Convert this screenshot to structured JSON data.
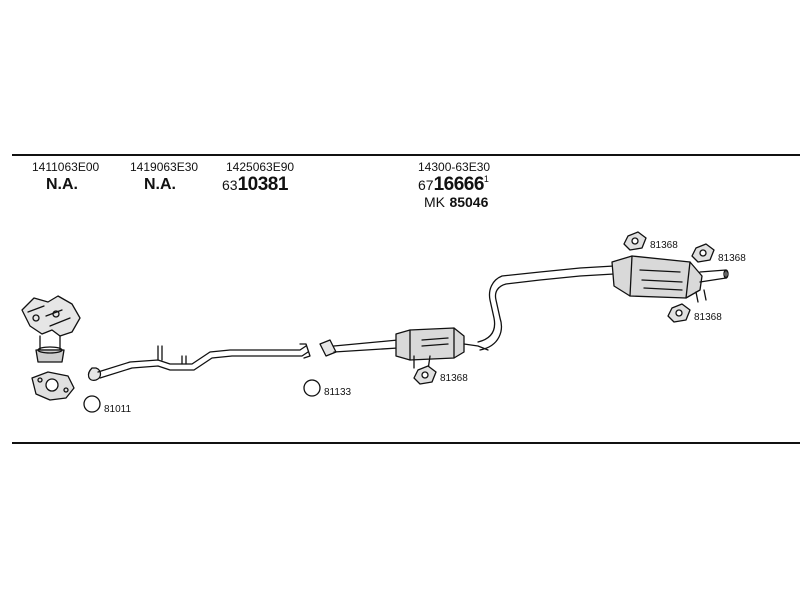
{
  "header": {
    "parts": [
      {
        "part_number": "1411063E00",
        "code": "N.A."
      },
      {
        "part_number": "1419063E30",
        "code": "N.A."
      },
      {
        "part_number": "1425063E90",
        "code_prefix": "63",
        "code_main": "10381"
      },
      {
        "part_number": "14300-63E30",
        "code_prefix": "67",
        "code_main": "16666",
        "code_sup": "1",
        "mk_prefix": "MK",
        "mk_code": "85046"
      }
    ]
  },
  "labels": {
    "clamp_81011": "81011",
    "clamp_81133": "81133",
    "hanger_mid": "81368",
    "hanger_rear_1": "81368",
    "hanger_rear_2": "81368",
    "hanger_rear_3": "81368"
  },
  "colors": {
    "ink": "#111111",
    "background": "#ffffff",
    "fill": "#d9d9d9"
  }
}
